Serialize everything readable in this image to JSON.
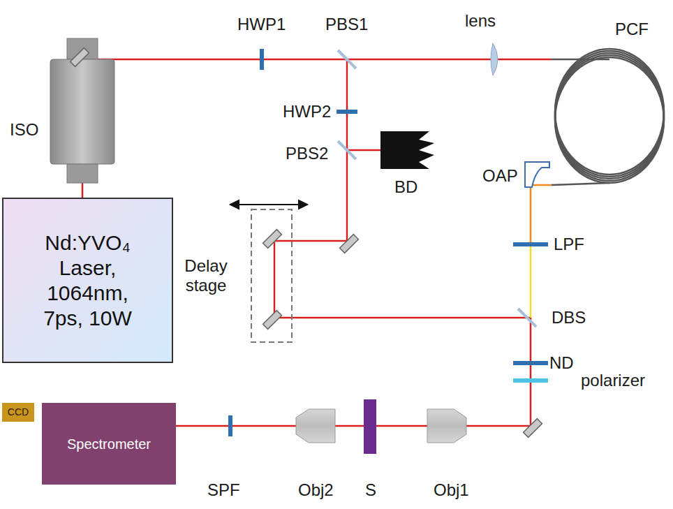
{
  "diagram": {
    "nodes": [
      {
        "text": [
          "Nd:YVO₄ Laser, 1064nm, 7ps, 10W"
        ]
      },
      {
        "text": [
          "Spectrometer"
        ]
      },
      {
        "text": [
          "CCD"
        ]
      }
    ],
    "labels": [
      "HWP1",
      "PBS1",
      "lens",
      "PCF",
      "ISO",
      "HWP2",
      "PBS2",
      "BD",
      "OAP",
      "Delay stage",
      "LPF",
      "DBS",
      "ND",
      "polarizer",
      "SPF",
      "Obj2",
      "S",
      "Obj1"
    ]
  }
}
